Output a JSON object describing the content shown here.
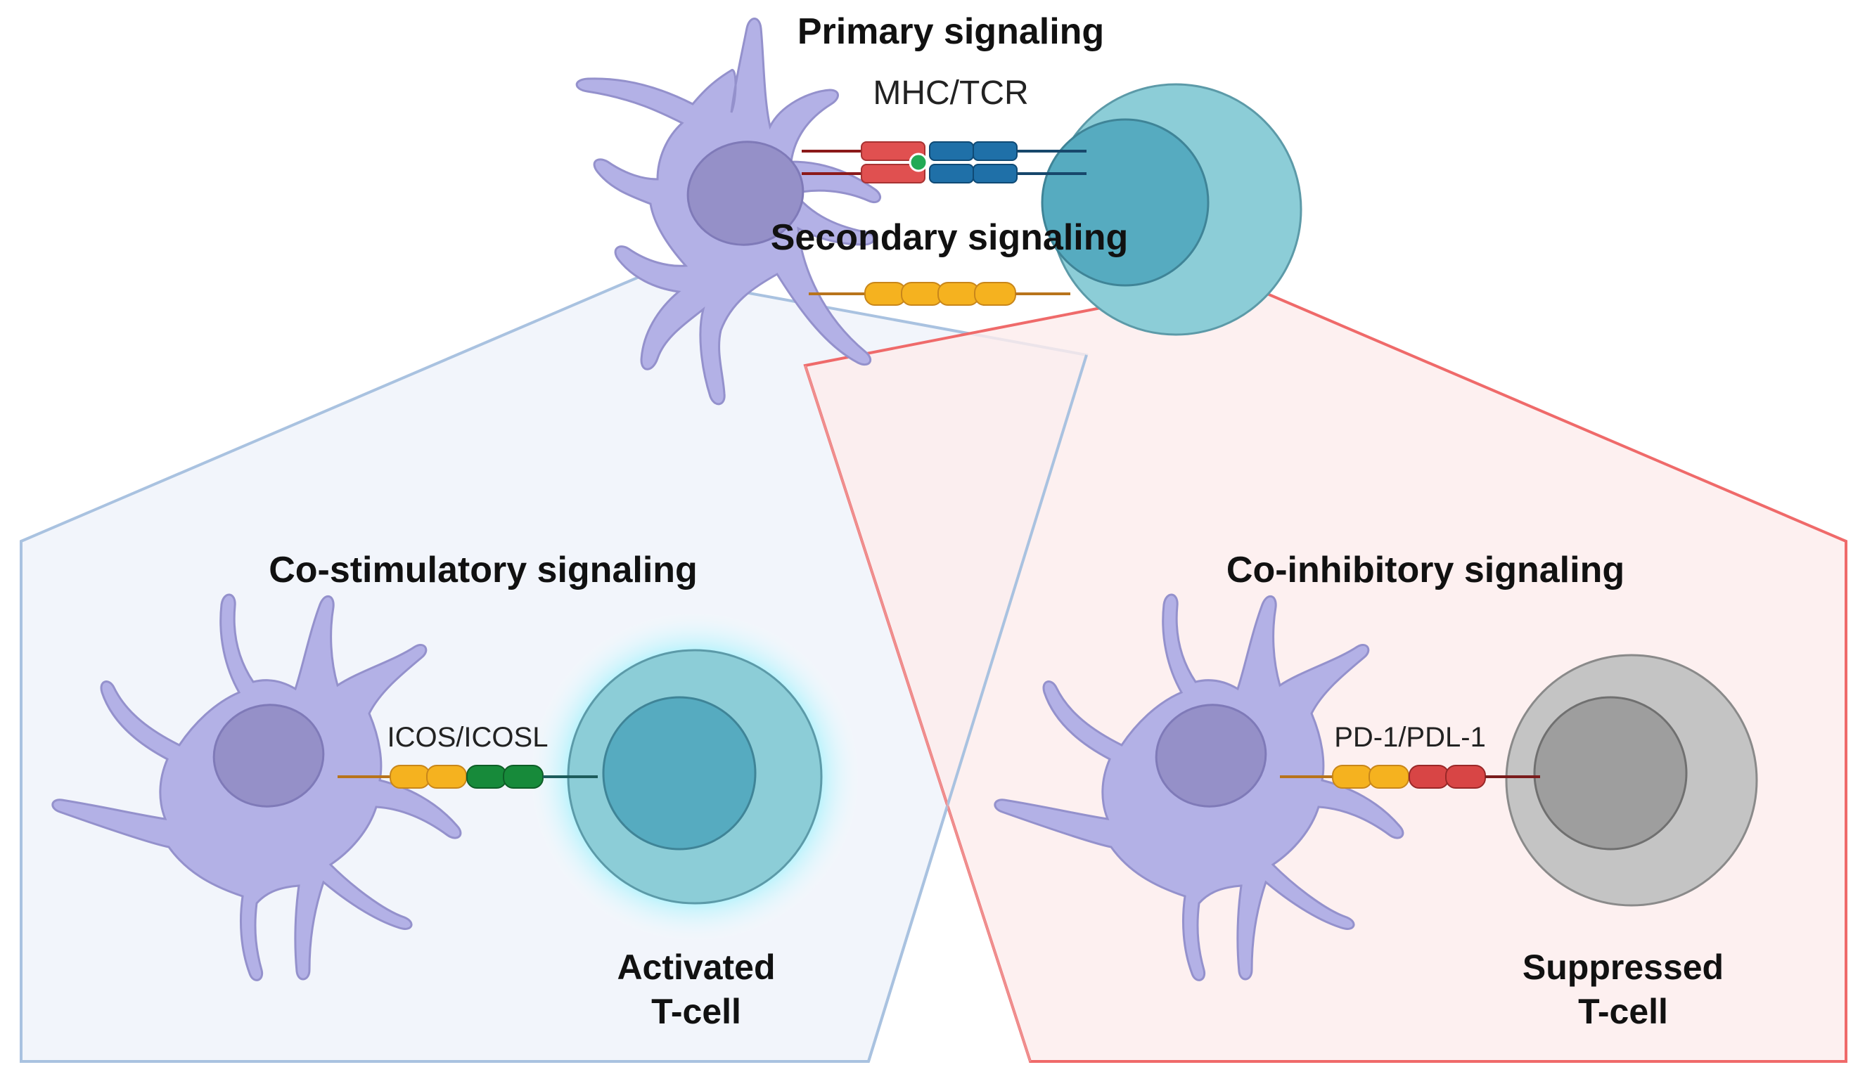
{
  "top": {
    "primary_title": "Primary signaling",
    "primary_pair": "MHC/TCR",
    "secondary_title": "Secondary signaling"
  },
  "left_panel": {
    "title": "Co-stimulatory signaling",
    "pair": "ICOS/ICOSL",
    "cell_line1": "Activated",
    "cell_line2": "T-cell"
  },
  "right_panel": {
    "title": "Co-inhibitory signaling",
    "pair": "PD-1/PDL-1",
    "cell_line1": "Suppressed",
    "cell_line2": "T-cell"
  },
  "colors": {
    "dendritic_cell": "#b3b1e6",
    "dendritic_nucleus": "#9590c8",
    "tcell_outer": "#8ccdd7",
    "tcell_inner": "#56abc0",
    "tcell_glow": "#00e5ff",
    "suppressed_outer": "#c4c4c4",
    "suppressed_inner": "#9e9e9e",
    "costim_panel_fill": "#f1f4fb",
    "costim_panel_border": "#a9c2e0",
    "coinhib_panel_fill": "#fdecec",
    "coinhib_panel_border": "#ef6a6a",
    "mhc_red": "#e05050",
    "tcr_blue": "#1f70a8",
    "peptide_green": "#22aa55",
    "cd28_orange": "#f5b21f",
    "icos_green": "#178a3a",
    "pd1_red": "#d84545"
  }
}
